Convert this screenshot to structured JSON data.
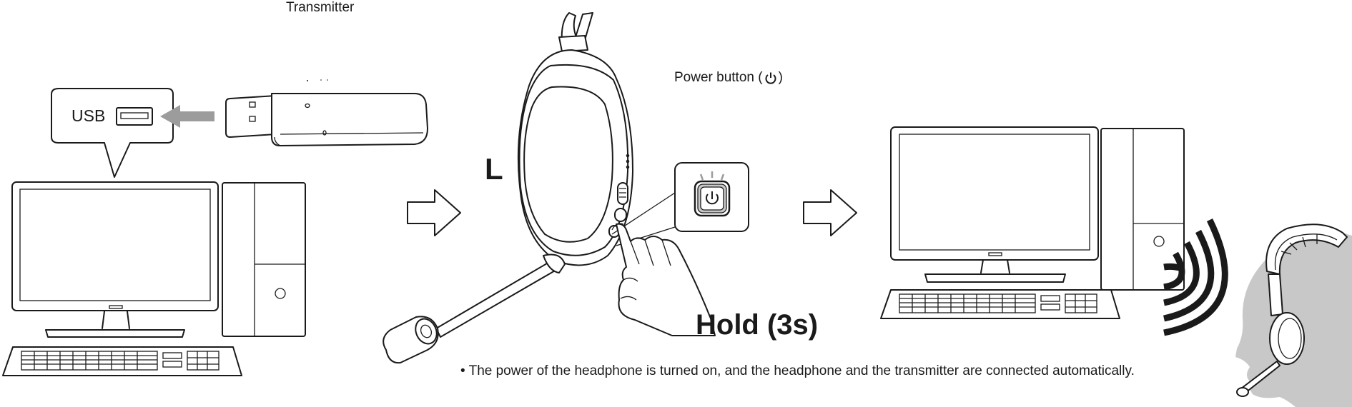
{
  "labels": {
    "transmitter": "Transmitter",
    "power_button": "Power button (",
    "power_button_close": ")",
    "usb": "USB",
    "side": "L",
    "hold": "Hold (3s)",
    "note": "• The power of the headphone is turned on, and the headphone and the transmitter are connected automatically."
  },
  "icons": [
    "power-icon",
    "usb-port-icon",
    "insert-arrow-icon",
    "step-arrow-icon",
    "wireless-signal-icon"
  ]
}
